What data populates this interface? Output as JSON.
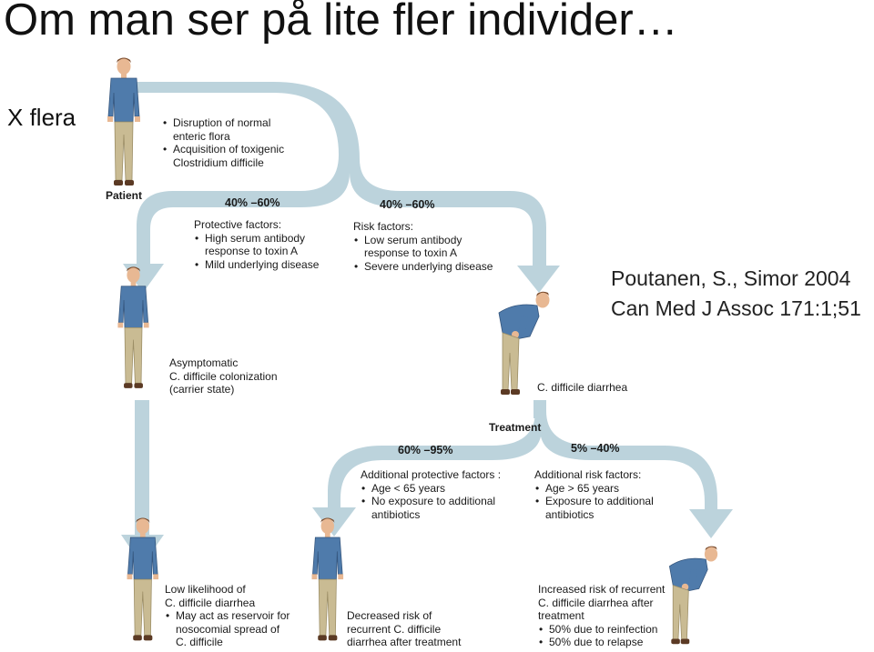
{
  "title": "Om man ser på lite fler individer…",
  "subtitle": "X flera",
  "citation": {
    "line1": "Poutanen, S., Simor 2004",
    "line2": "Can Med J Assoc 171:1;51"
  },
  "colors": {
    "arrow": "#bcd3dc",
    "shirt": "#4f7bab",
    "pants": "#c9bb93",
    "skin": "#e8b893",
    "hair": "#7a4a2a"
  },
  "nodes": {
    "patient": {
      "label": "Patient",
      "bullets": [
        "Disruption of normal",
        "enteric flora",
        "Acquisition of toxigenic",
        "Clostridium difficile"
      ]
    },
    "split1": {
      "left_pct": "40% –60%",
      "right_pct": "40% –60%"
    },
    "protective": {
      "heading": "Protective factors:",
      "bullets": [
        "High serum antibody",
        "response to toxin A",
        "Mild underlying disease"
      ]
    },
    "risk": {
      "heading": "Risk factors:",
      "bullets": [
        "Low serum antibody",
        "response to toxin A",
        "Severe underlying disease"
      ]
    },
    "asymptomatic": {
      "lines": [
        "Asymptomatic",
        "C. difficile  colonization",
        "(carrier state)"
      ]
    },
    "diarrhea": {
      "label": "C. difficile  diarrhea"
    },
    "treatment": {
      "label": "Treatment",
      "left_pct": "60% –95%",
      "right_pct": "5% –40%"
    },
    "add_protective": {
      "heading": "Additional protective factors :",
      "bullets": [
        "Age < 65 years",
        "No exposure to additional",
        "antibiotics"
      ]
    },
    "add_risk": {
      "heading": "Additional risk factors:",
      "bullets": [
        "Age > 65 years",
        "Exposure to additional",
        "antibiotics"
      ]
    },
    "outcome_low": {
      "lines": [
        "Low  likelihood of",
        "C. difficile  diarrhea"
      ],
      "bullets": [
        "May act as reservoir for",
        "nosocomial spread of",
        "C. difficile"
      ]
    },
    "outcome_decreased": {
      "lines": [
        "Decreased risk of",
        "recurrent C. difficile",
        "diarrhea after treatment"
      ]
    },
    "outcome_increased": {
      "lines": [
        "Increased risk of recurrent",
        "C. difficile  diarrhea after",
        "treatment"
      ],
      "bullets": [
        "50% due to reinfection",
        "50% due to relapse"
      ]
    }
  }
}
